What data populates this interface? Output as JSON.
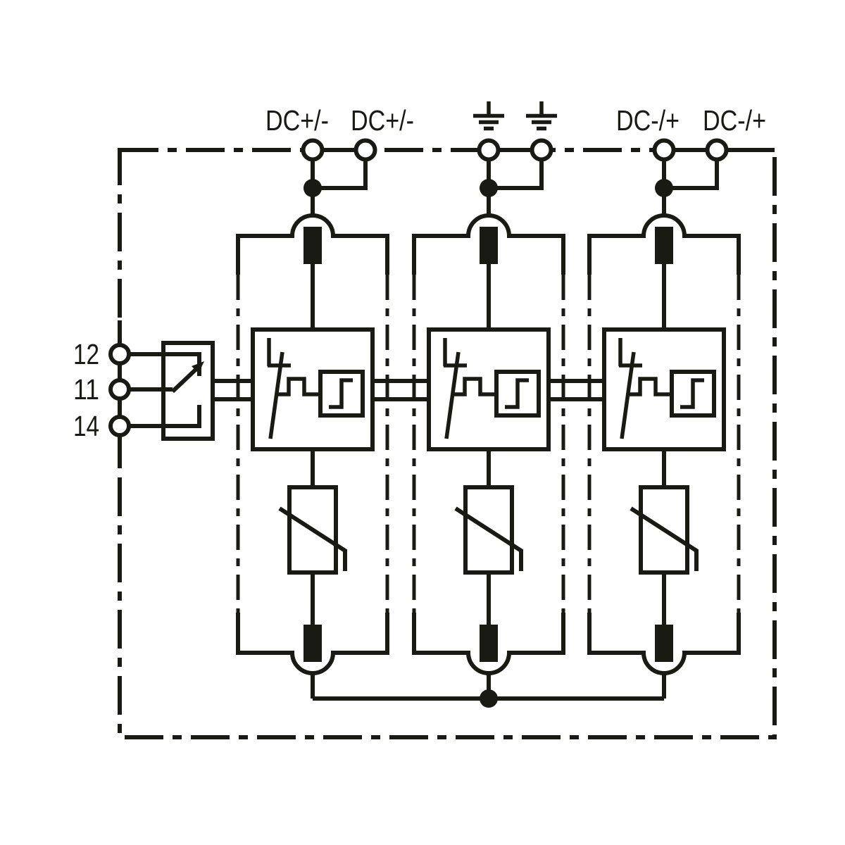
{
  "colors": {
    "ink": "#1a1a14",
    "background": "#ffffff"
  },
  "top_terminals": {
    "pair1": {
      "left_label": "DC+/-",
      "right_label": "DC+/-"
    },
    "pair2": {
      "left_icon": "earth-ground-icon",
      "right_icon": "earth-ground-icon"
    },
    "pair3": {
      "left_label": "DC-/+",
      "right_label": "DC-/+"
    }
  },
  "remote_signalling_contacts": {
    "labels": [
      "12",
      "11",
      "14"
    ]
  },
  "modules": {
    "count": 3
  },
  "icons": {
    "ground": "earth-ground-icon",
    "terminal": "terminal-circle",
    "junction": "junction-dot",
    "top_contact": "thermal-disconnect-contact-icon",
    "disconnector": "disconnector-switch-icon",
    "trigger": "step-trigger-icon",
    "varistor": "varistor-icon",
    "changeover": "changeover-switch-icon"
  }
}
